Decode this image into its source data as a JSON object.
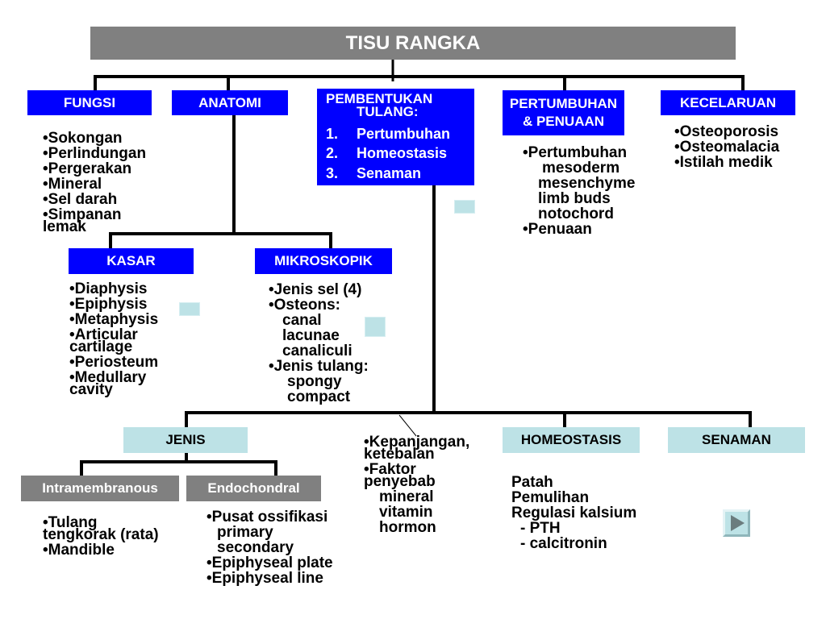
{
  "title": "TISU RANGKA",
  "fungsi": {
    "label": "FUNGSI",
    "lines": [
      "•Sokongan",
      "•Perlindungan",
      "•Pergerakan",
      "•Mineral",
      "•Sel darah",
      "•Simpanan",
      "lemak"
    ]
  },
  "anatomi": {
    "label": "ANATOMI"
  },
  "pembentukan": {
    "heading": "PEMBENTUKAN",
    "heading_cont": "TULANG:",
    "items": [
      {
        "num": "1.",
        "label": "Pertumbuhan"
      },
      {
        "num": "2.",
        "label": "Homeostasis"
      },
      {
        "num": "3.",
        "label": "Senaman"
      }
    ]
  },
  "pertumbuhan_penuaan": {
    "label_1": "PERTUMBUHAN",
    "label_2": "& PENUAAN",
    "lines": [
      "•Pertumbuhan",
      "mesoderm",
      "mesenchyme",
      "limb buds",
      "notochord",
      "•Penuaan"
    ]
  },
  "kecelaruan": {
    "label": "KECELARUAN",
    "lines": [
      "•Osteoporosis",
      "•Osteomalacia",
      "•Istilah medik"
    ]
  },
  "kasar": {
    "label": "KASAR",
    "lines": [
      "•Diaphysis",
      "•Epiphysis",
      "•Metaphysis",
      "•Articular",
      "cartilage",
      "•Periosteum",
      "•Medullary",
      "cavity"
    ]
  },
  "mikroskopik": {
    "label": "MIKROSKOPIK",
    "lines": [
      "•Jenis sel (4)",
      "•Osteons:",
      "canal",
      "lacunae",
      "canaliculi",
      "•Jenis tulang:",
      "spongy",
      "compact"
    ]
  },
  "pertumbuhan_notes": {
    "lines": [
      "•Kepanjangan,",
      "ketebalan",
      "•Faktor",
      "penyebab",
      "mineral",
      "vitamin",
      "hormon"
    ]
  },
  "jenis": {
    "label": "JENIS"
  },
  "intramembranous": {
    "label": "Intramembranous",
    "lines": [
      "•Tulang",
      "tengkorak (rata)",
      "•Mandible"
    ]
  },
  "endochondral": {
    "label": "Endochondral",
    "lines": [
      "•Pusat ossifikasi",
      "primary",
      "secondary",
      "•Epiphyseal plate",
      "•Epiphyseal line"
    ]
  },
  "homeostasis": {
    "label": "HOMEOSTASIS",
    "lines": [
      "Patah",
      "Pemulihan",
      "Regulasi kalsium",
      "- PTH",
      "- calcitronin"
    ]
  },
  "senaman": {
    "label": "SENAMAN"
  },
  "icons": {
    "play_button": "play-icon"
  },
  "colors": {
    "title_bg": "#808080",
    "primary_box": "#0000ff",
    "secondary_box": "#bde2e6",
    "tertiary_box": "#808080",
    "connector": "#000000"
  }
}
